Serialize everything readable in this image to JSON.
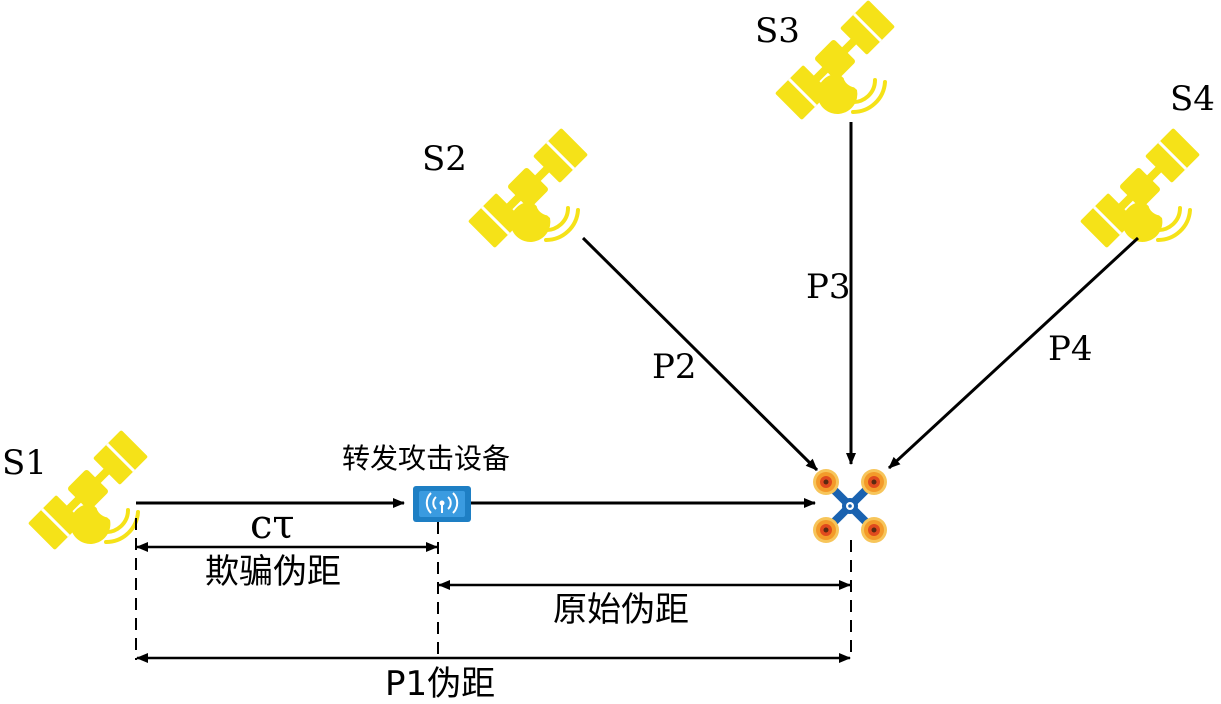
{
  "satellites": [
    {
      "id": "s1",
      "label": "S1"
    },
    {
      "id": "s2",
      "label": "S2"
    },
    {
      "id": "s3",
      "label": "S3"
    },
    {
      "id": "s4",
      "label": "S4"
    }
  ],
  "paths": {
    "p2": "P2",
    "p3": "P3",
    "p4": "P4"
  },
  "device": {
    "label": "转发攻击设备",
    "icon": "wireless-repeater-icon"
  },
  "receiver": {
    "icon": "drone-icon"
  },
  "measurements": {
    "ctau": "cτ",
    "spoof_pseudorange": "欺骗伪距",
    "original_pseudorange": "原始伪距",
    "p1_pseudorange": "P1伪距"
  },
  "colors": {
    "satellite": "#f5e218",
    "device_blue": "#1e7fc4",
    "drone_blue": "#1a62b0",
    "rotor_orange": "#f39a2a",
    "rotor_red": "#e04a1e"
  }
}
